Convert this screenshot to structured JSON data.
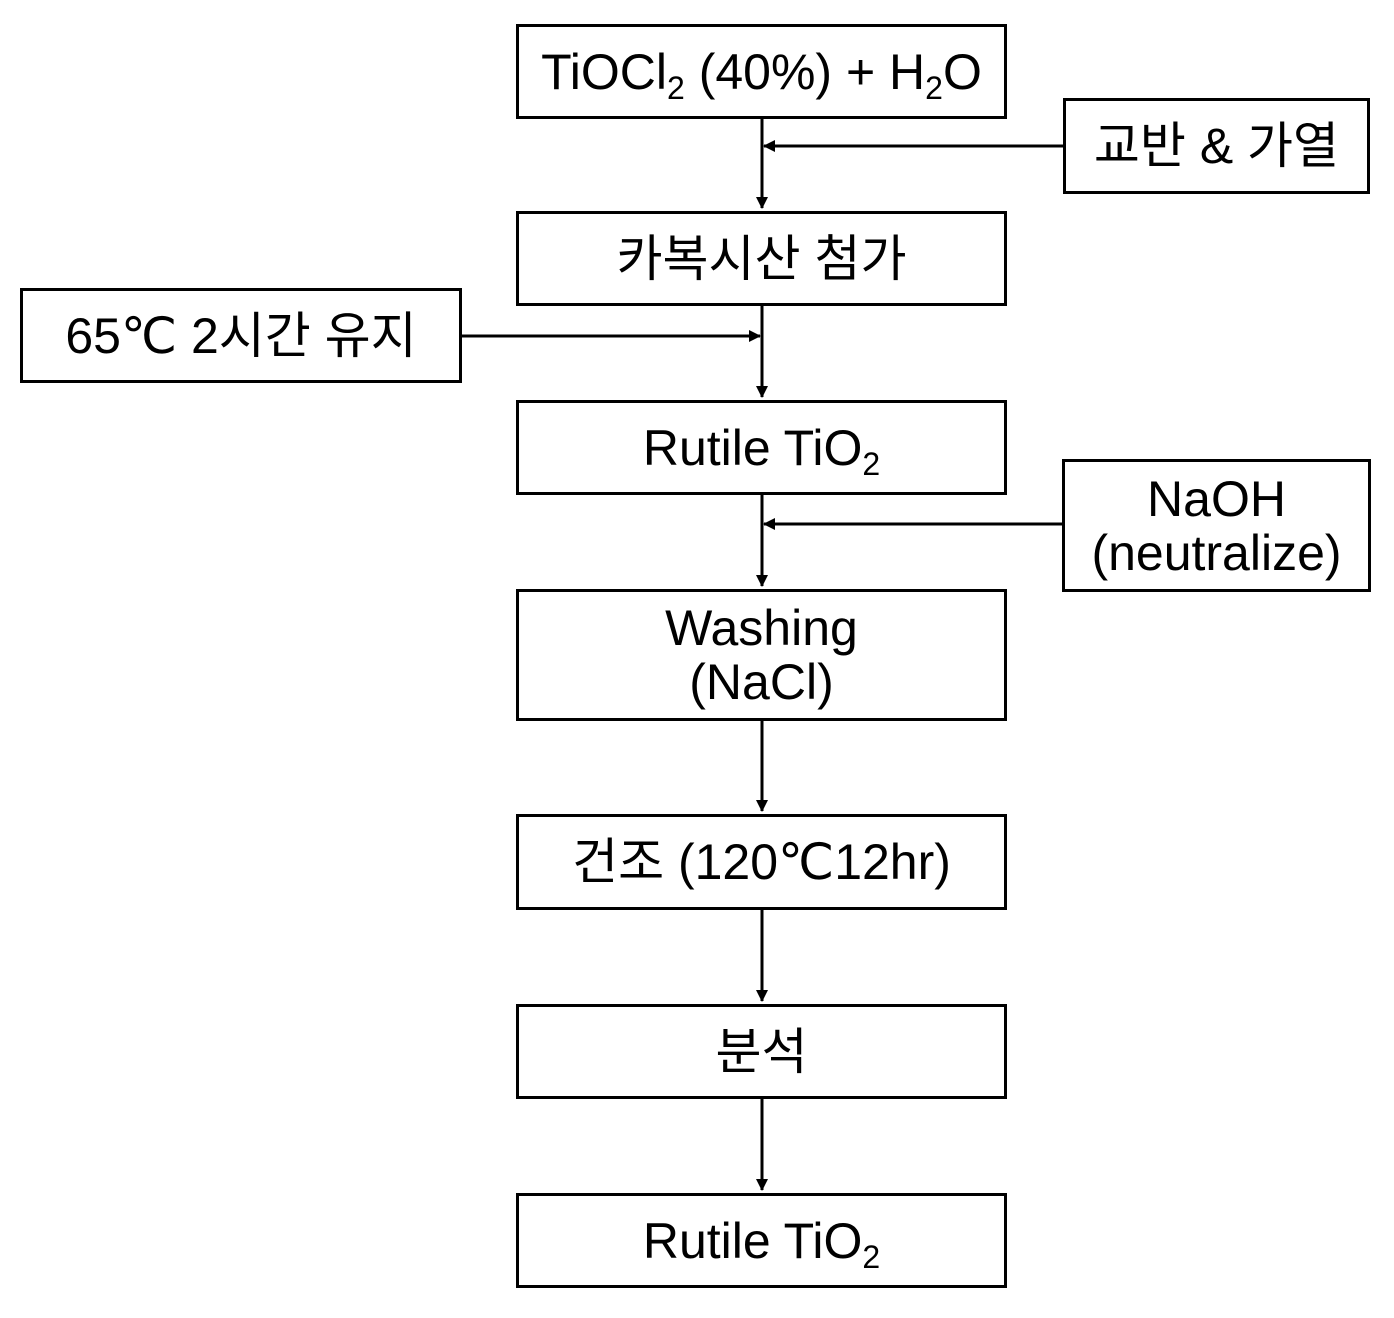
{
  "steps": {
    "s1": {
      "pre": "TiOCl",
      "sub1": "2",
      "mid": " (40%) + H",
      "sub2": "2",
      "post": "O"
    },
    "s2": {
      "label": "카복시산 첨가"
    },
    "s3": {
      "pre": "Rutile TiO",
      "sub": "2"
    },
    "s4": {
      "line1": "Washing",
      "line2": "(NaCl)"
    },
    "s5": {
      "label": "건조 (120℃12hr)"
    },
    "s6": {
      "label": "분석"
    },
    "s7": {
      "pre": "Rutile TiO",
      "sub": "2"
    }
  },
  "inputs": {
    "stir_heat": {
      "label": "교반 & 가열"
    },
    "hold": {
      "label": "65℃ 2시간 유지"
    },
    "naoh": {
      "line1": "NaOH",
      "line2": "(neutralize)"
    }
  }
}
